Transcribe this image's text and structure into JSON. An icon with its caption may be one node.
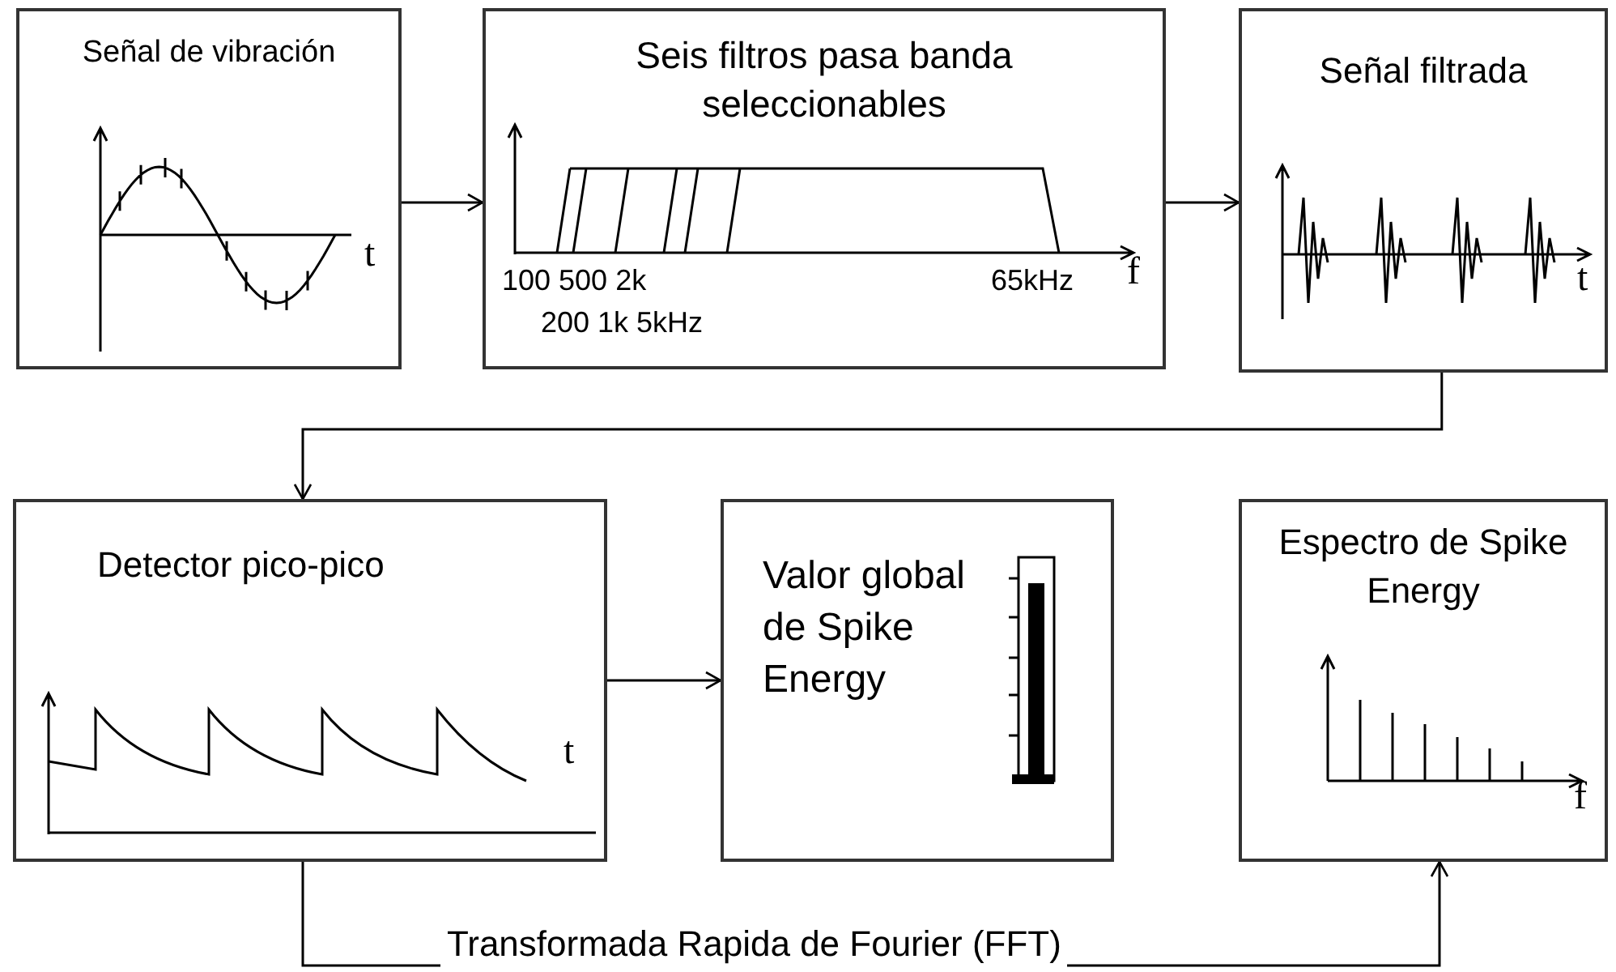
{
  "diagram": {
    "nodes": [
      {
        "text": [
          "Señal de vibración"
        ]
      },
      {
        "text": [
          "Seis filtros pasa banda seleccionables"
        ]
      },
      {
        "text": [
          "Señal filtrada"
        ]
      },
      {
        "text": [
          "Detector pico-pico"
        ]
      },
      {
        "text": [
          "Valor global de Spike Energy"
        ]
      },
      {
        "text": [
          "Espectro de Spike Energy"
        ]
      }
    ],
    "edges": [
      {
        "from": 0,
        "to": 1,
        "arrow": "to"
      },
      {
        "from": 1,
        "to": 2,
        "arrow": "to"
      },
      {
        "from": 2,
        "to": 3,
        "arrow": "to"
      },
      {
        "from": 3,
        "to": 4,
        "arrow": "to"
      },
      {
        "from": 3,
        "to": 5,
        "arrow": "to",
        "label": "Transformada Rapida de Fourier (FFT)"
      }
    ],
    "labels": [
      "t",
      "100 500 2k",
      "200 1k 5kHz",
      "65kHz",
      "f",
      "t",
      "t",
      "f"
    ]
  }
}
